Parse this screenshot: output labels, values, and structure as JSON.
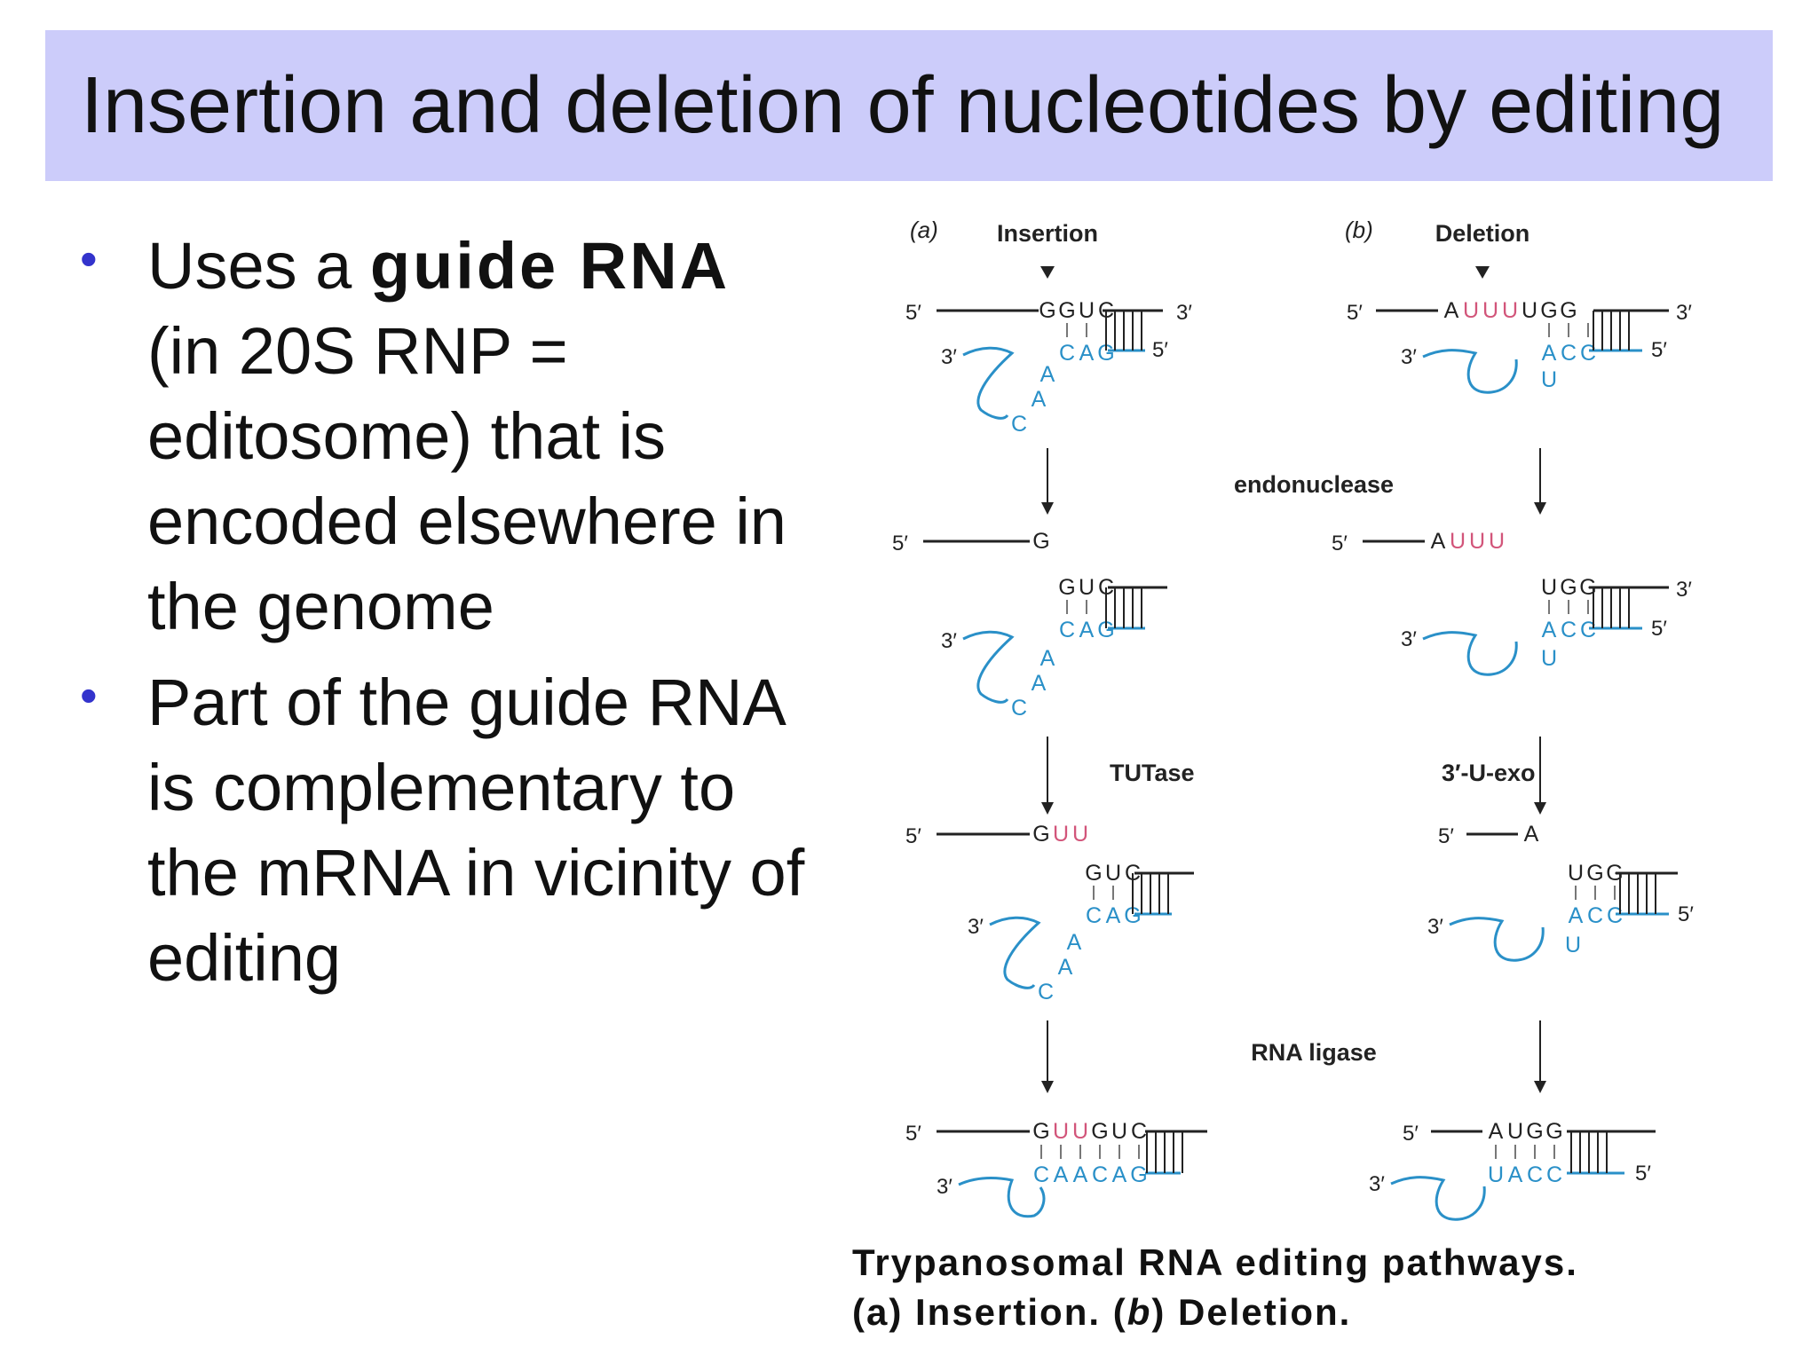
{
  "slide": {
    "title": "Insertion and deletion of nucleotides by editing",
    "title_bar_color": "#ccccfa",
    "bullets": [
      {
        "pre": "Uses a ",
        "bold": "guide RNA",
        "post": " (in 20S RNP = editosome) that is encoded elsewhere in the genome"
      },
      {
        "pre": "Part of the guide RNA is complementary to the mRNA in vicinity of editing",
        "bold": "",
        "post": ""
      }
    ]
  },
  "diagram": {
    "panel_a": {
      "letter": "(a)",
      "title": "Insertion"
    },
    "panel_b": {
      "letter": "(b)",
      "title": "Deletion"
    },
    "enzymes": {
      "endo": "endonuclease",
      "tutase": "TUTase",
      "exo": "3′-U-exo",
      "ligase": "RNA ligase"
    },
    "colors": {
      "mrna": "#222222",
      "guide": "#2a90c8",
      "inserted_u": "#d2557a"
    },
    "labels": {
      "five_prime": "5′",
      "three_prime": "3′"
    },
    "sequences": {
      "a1_top": [
        "G",
        "G",
        "U",
        "C"
      ],
      "a1_bottom": [
        "C",
        "A",
        "G"
      ],
      "a1_loop": [
        "A",
        "A",
        "C"
      ],
      "a2_left": [
        "G"
      ],
      "a2_top": [
        "G",
        "U",
        "C"
      ],
      "a2_bottom": [
        "C",
        "A",
        "G"
      ],
      "a2_loop": [
        "A",
        "A",
        "C"
      ],
      "a3_left": [
        "G",
        "U",
        "U"
      ],
      "a3_top": [
        "G",
        "U",
        "C"
      ],
      "a3_bottom": [
        "C",
        "A",
        "G"
      ],
      "a3_loop": [
        "A",
        "A",
        "C"
      ],
      "a4_top": [
        "G",
        "U",
        "U",
        "G",
        "U",
        "C"
      ],
      "a4_bottom": [
        "C",
        "A",
        "A",
        "C",
        "A",
        "G"
      ],
      "b1_top": [
        "A",
        "U",
        "U",
        "U",
        "U",
        "G",
        "G"
      ],
      "b1_bottom": [
        "A",
        "C",
        "C"
      ],
      "b1_loop": [
        "U"
      ],
      "b2_left": [
        "A",
        "U",
        "U",
        "U"
      ],
      "b2_top": [
        "U",
        "G",
        "G"
      ],
      "b2_bottom": [
        "A",
        "C",
        "C"
      ],
      "b2_loop": [
        "U"
      ],
      "b3_left": [
        "A"
      ],
      "b3_top": [
        "U",
        "G",
        "G"
      ],
      "b3_bottom": [
        "A",
        "C",
        "C"
      ],
      "b3_loop": [
        "U"
      ],
      "b4_top": [
        "A",
        "U",
        "G",
        "G"
      ],
      "b4_bottom": [
        "U",
        "A",
        "C",
        "C"
      ]
    }
  },
  "caption": {
    "line1": "Trypanosomal RNA editing pathways.",
    "line2_a": "(a) Insertion. (",
    "line2_b": "b",
    "line2_c": ") Deletion."
  }
}
